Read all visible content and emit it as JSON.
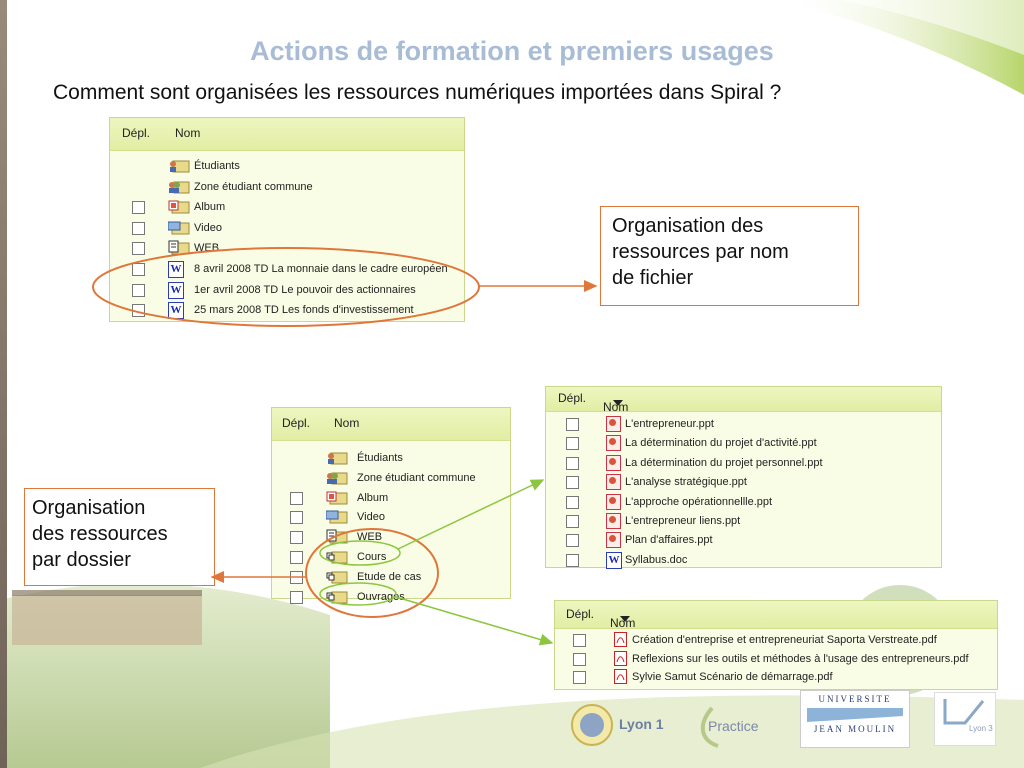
{
  "title": "Actions de formation et premiers usages",
  "subtitle": "Comment sont organisées les ressources numériques importées dans Spiral ?",
  "headers": {
    "depl": "Dépl.",
    "nom": "Nom"
  },
  "panel1": {
    "items": [
      {
        "label": "Étudiants",
        "icon": "users-folder-icon",
        "checkbox": false
      },
      {
        "label": "Zone étudiant commune",
        "icon": "group-folder-icon",
        "checkbox": false
      },
      {
        "label": "Album",
        "icon": "image-folder-icon",
        "checkbox": true
      },
      {
        "label": "Video",
        "icon": "video-folder-icon",
        "checkbox": true
      },
      {
        "label": "WEB",
        "icon": "web-folder-icon",
        "checkbox": true
      },
      {
        "label": "8 avril 2008 TD La monnaie dans le cadre européen",
        "icon": "word-document-icon",
        "checkbox": true
      },
      {
        "label": "1er avril 2008 TD Le pouvoir des actionnaires",
        "icon": "word-document-icon",
        "checkbox": true
      },
      {
        "label": "25 mars 2008 TD Les fonds d'investissement",
        "icon": "word-document-icon",
        "checkbox": true
      }
    ]
  },
  "panel2": {
    "items": [
      {
        "label": "Étudiants",
        "icon": "users-folder-icon",
        "checkbox": false
      },
      {
        "label": "Zone étudiant commune",
        "icon": "group-folder-icon",
        "checkbox": false
      },
      {
        "label": "Album",
        "icon": "image-folder-icon",
        "checkbox": true
      },
      {
        "label": "Video",
        "icon": "video-folder-icon",
        "checkbox": true
      },
      {
        "label": "WEB",
        "icon": "web-folder-icon",
        "checkbox": true
      },
      {
        "label": "Cours",
        "icon": "folder-icon",
        "checkbox": true
      },
      {
        "label": "Etude de cas",
        "icon": "folder-icon",
        "checkbox": true
      },
      {
        "label": "Ouvrages",
        "icon": "folder-icon",
        "checkbox": true
      }
    ]
  },
  "panel3": {
    "items": [
      {
        "label": "L'entrepreneur.ppt",
        "icon": "powerpoint-file-icon"
      },
      {
        "label": "La détermination du projet d'activité.ppt",
        "icon": "powerpoint-file-icon"
      },
      {
        "label": "La détermination du projet personnel.ppt",
        "icon": "powerpoint-file-icon"
      },
      {
        "label": "L'analyse stratégique.ppt",
        "icon": "powerpoint-file-icon"
      },
      {
        "label": "L'approche opérationnellle.ppt",
        "icon": "powerpoint-file-icon"
      },
      {
        "label": "L'entrepreneur liens.ppt",
        "icon": "powerpoint-file-icon"
      },
      {
        "label": "Plan d'affaires.ppt",
        "icon": "powerpoint-file-icon"
      },
      {
        "label": "Syllabus.doc",
        "icon": "word-document-icon"
      }
    ]
  },
  "panel4": {
    "items": [
      {
        "label": "Création d'entreprise et entrepreneuriat Saporta Verstreate.pdf",
        "icon": "pdf-file-icon"
      },
      {
        "label": "Reflexions sur les outils et méthodes à l'usage des entrepreneurs.pdf",
        "icon": "pdf-file-icon"
      },
      {
        "label": "Sylvie Samut Scénario de démarrage.pdf",
        "icon": "pdf-file-icon"
      }
    ]
  },
  "callout1": {
    "line1": "Organisation des",
    "line2": "ressources par nom",
    "line3": "de fichier"
  },
  "callout2": {
    "line1": "Organisation",
    "line2": "des ressources",
    "line3": "par dossier"
  },
  "logos": {
    "lyon1": "Lyon 1",
    "practice": "Practice",
    "jm_line1": "UNIVERSITE",
    "jm_line2": "JEAN MOULIN",
    "lyon3": "Lyon 3"
  },
  "colors": {
    "title": "#a8bcd6",
    "accent_orange": "#e0773a",
    "arrow_green": "#8cc63f",
    "panel_bg": "#fafde5"
  }
}
